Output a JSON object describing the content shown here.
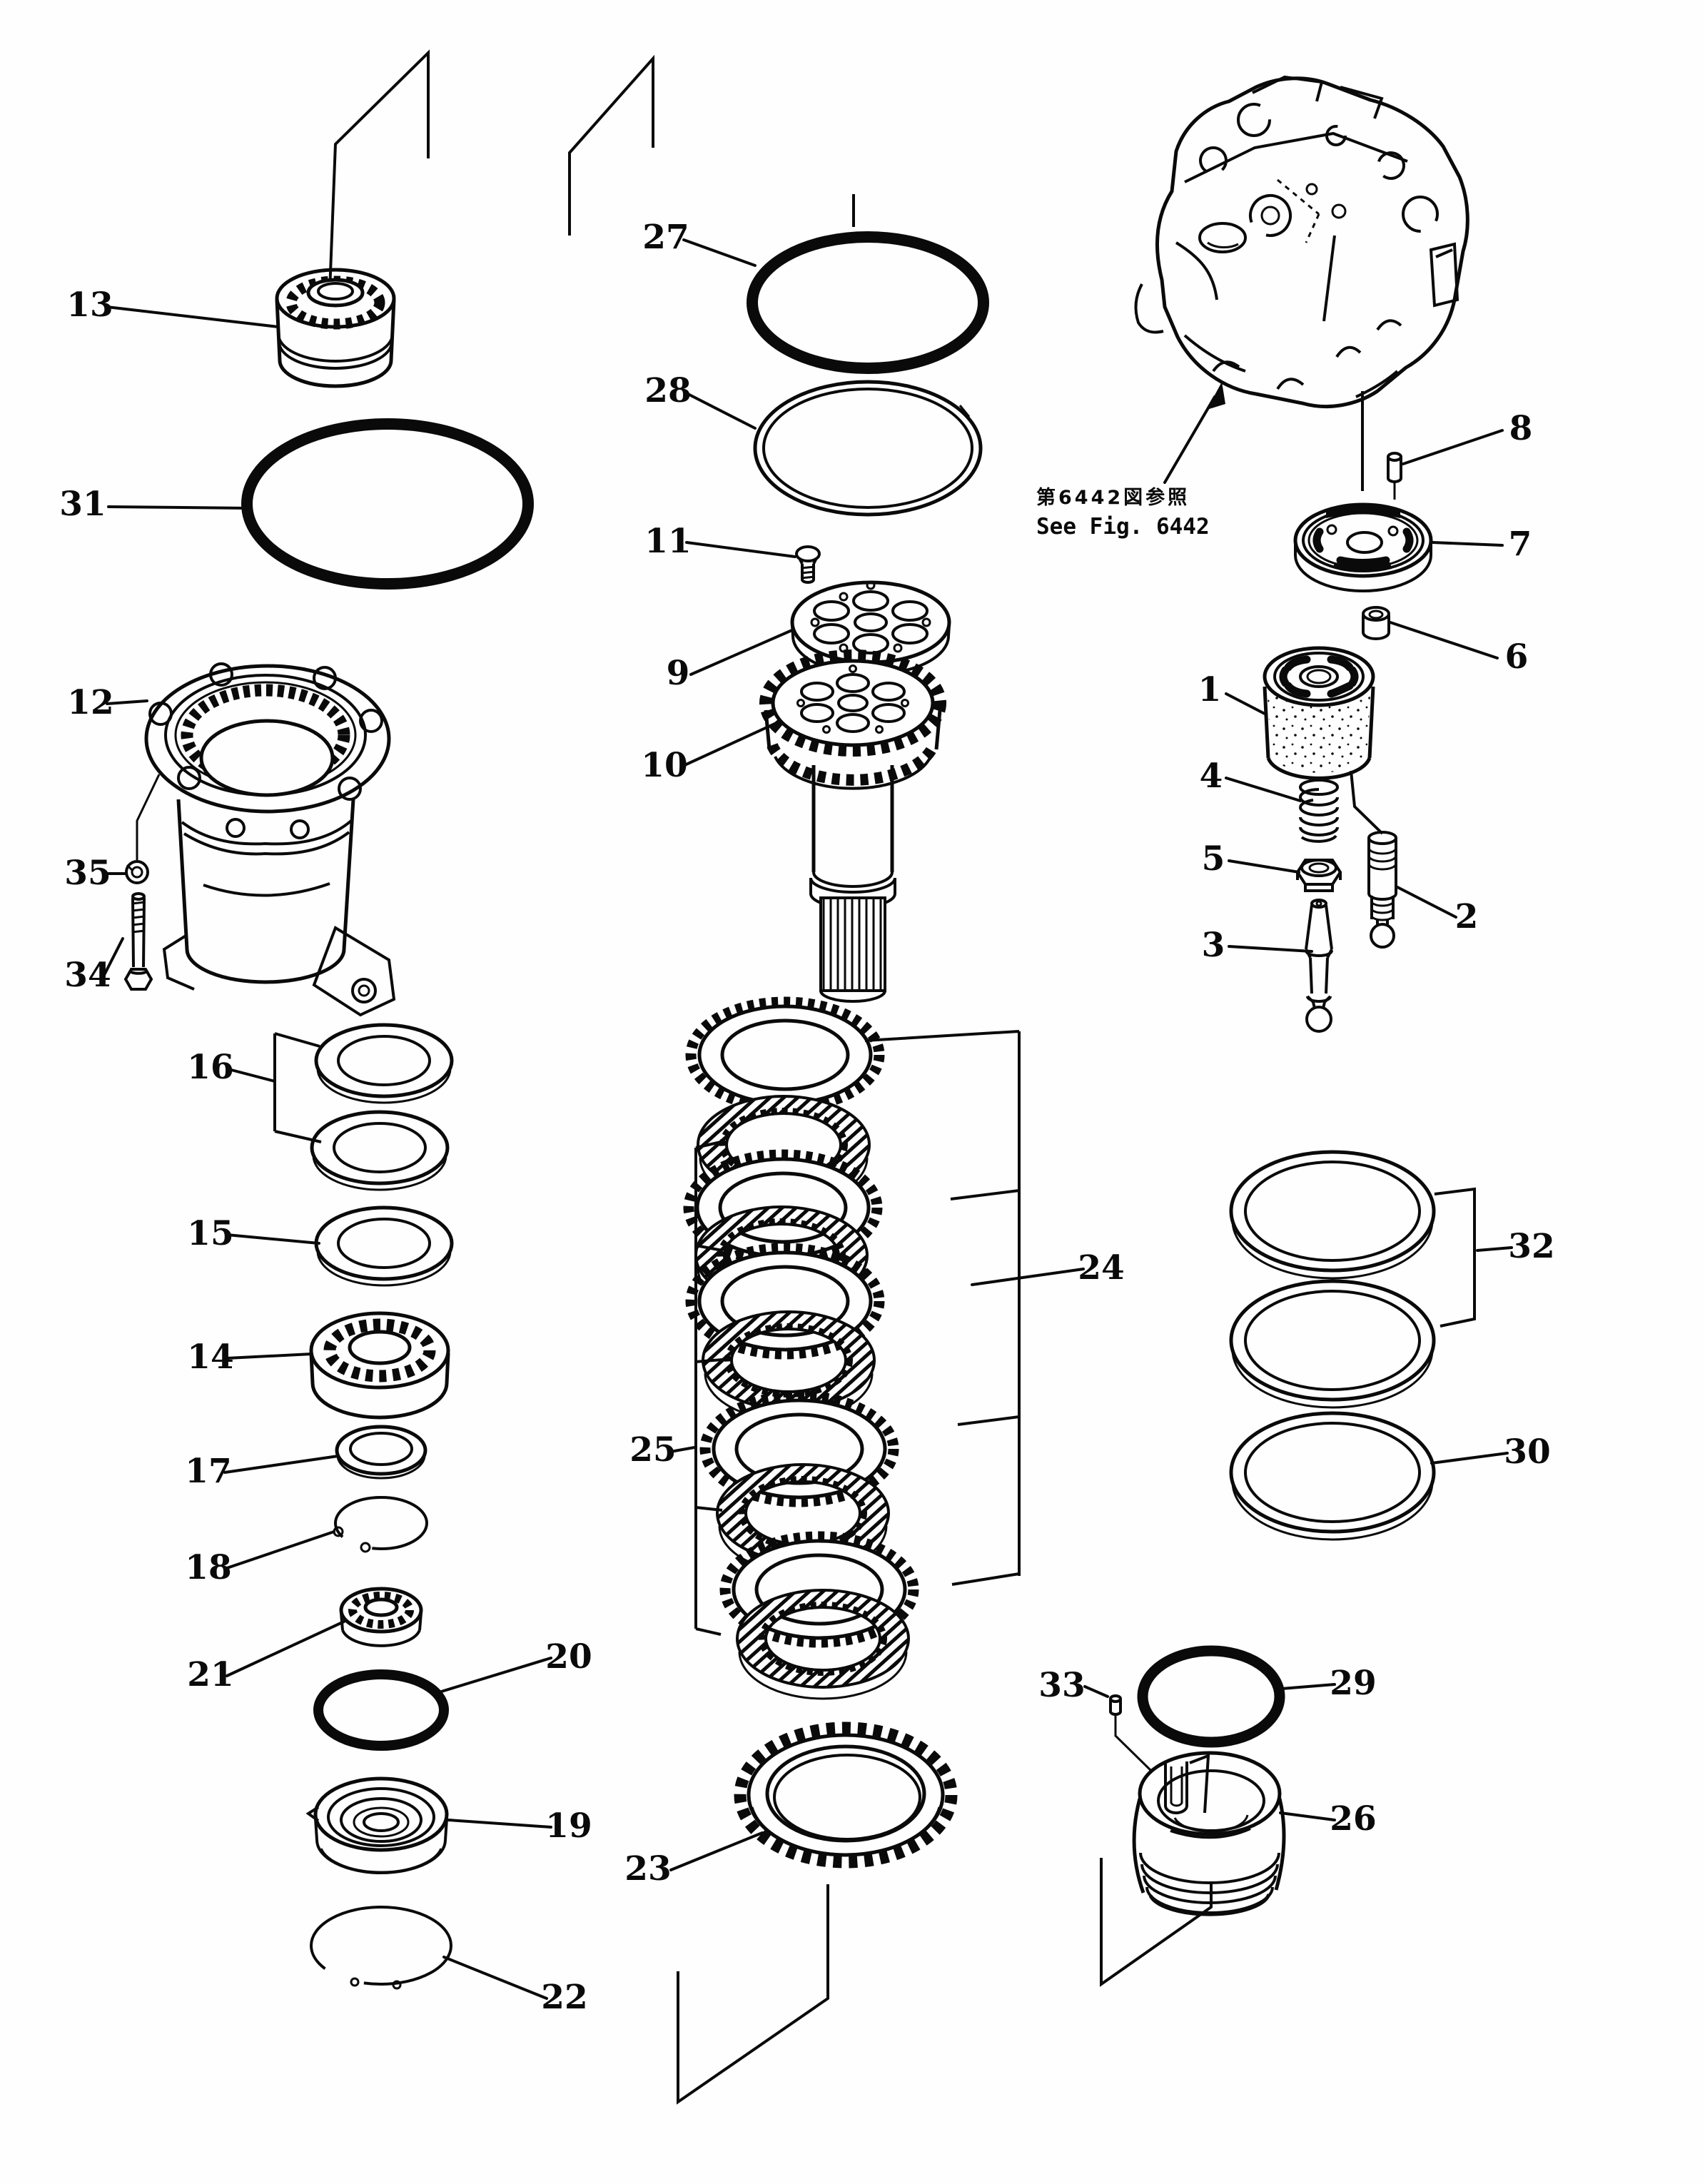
{
  "figure": {
    "note": {
      "jp": "第6442図参照",
      "en": "See Fig. 6442"
    },
    "callouts": [
      "1",
      "2",
      "3",
      "4",
      "5",
      "6",
      "7",
      "8",
      "9",
      "10",
      "11",
      "12",
      "13",
      "14",
      "15",
      "16",
      "17",
      "18",
      "19",
      "20",
      "21",
      "22",
      "23",
      "24",
      "25",
      "26",
      "27",
      "28",
      "29",
      "30",
      "31",
      "32",
      "33",
      "34",
      "35"
    ]
  }
}
